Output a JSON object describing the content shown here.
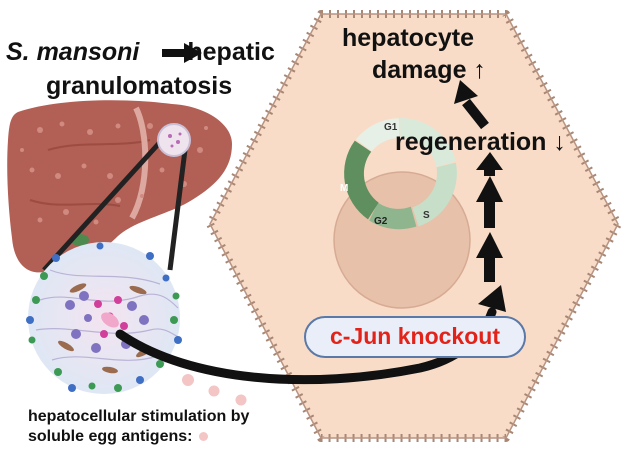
{
  "title": {
    "species": "S. mansoni",
    "arrow_glyph": "➞",
    "line1_rest": "hepatic",
    "line2": "granulomatosis"
  },
  "hepatocyte_damage": {
    "line1": "hepatocyte",
    "line2": "damage ↑"
  },
  "regeneration": "regeneration ↓",
  "knockout": "c-Jun knockout",
  "cell_cycle": {
    "g1": "G1",
    "s": "S",
    "g2": "G2",
    "m": "M"
  },
  "stimulation": {
    "line1": "hepatocellular stimulation by",
    "line2": "soluble egg antigens:"
  },
  "colors": {
    "hepatocyte_fill": "#f8dcc7",
    "hepatocyte_edge": "#a88775",
    "nucleus": "#e7c1aa",
    "liver": "#b25f55",
    "knockout_text": "#e2231a",
    "knockout_border": "#5a78a8",
    "antigen_dot": "#f3c5c5",
    "arrow": "#111111"
  }
}
